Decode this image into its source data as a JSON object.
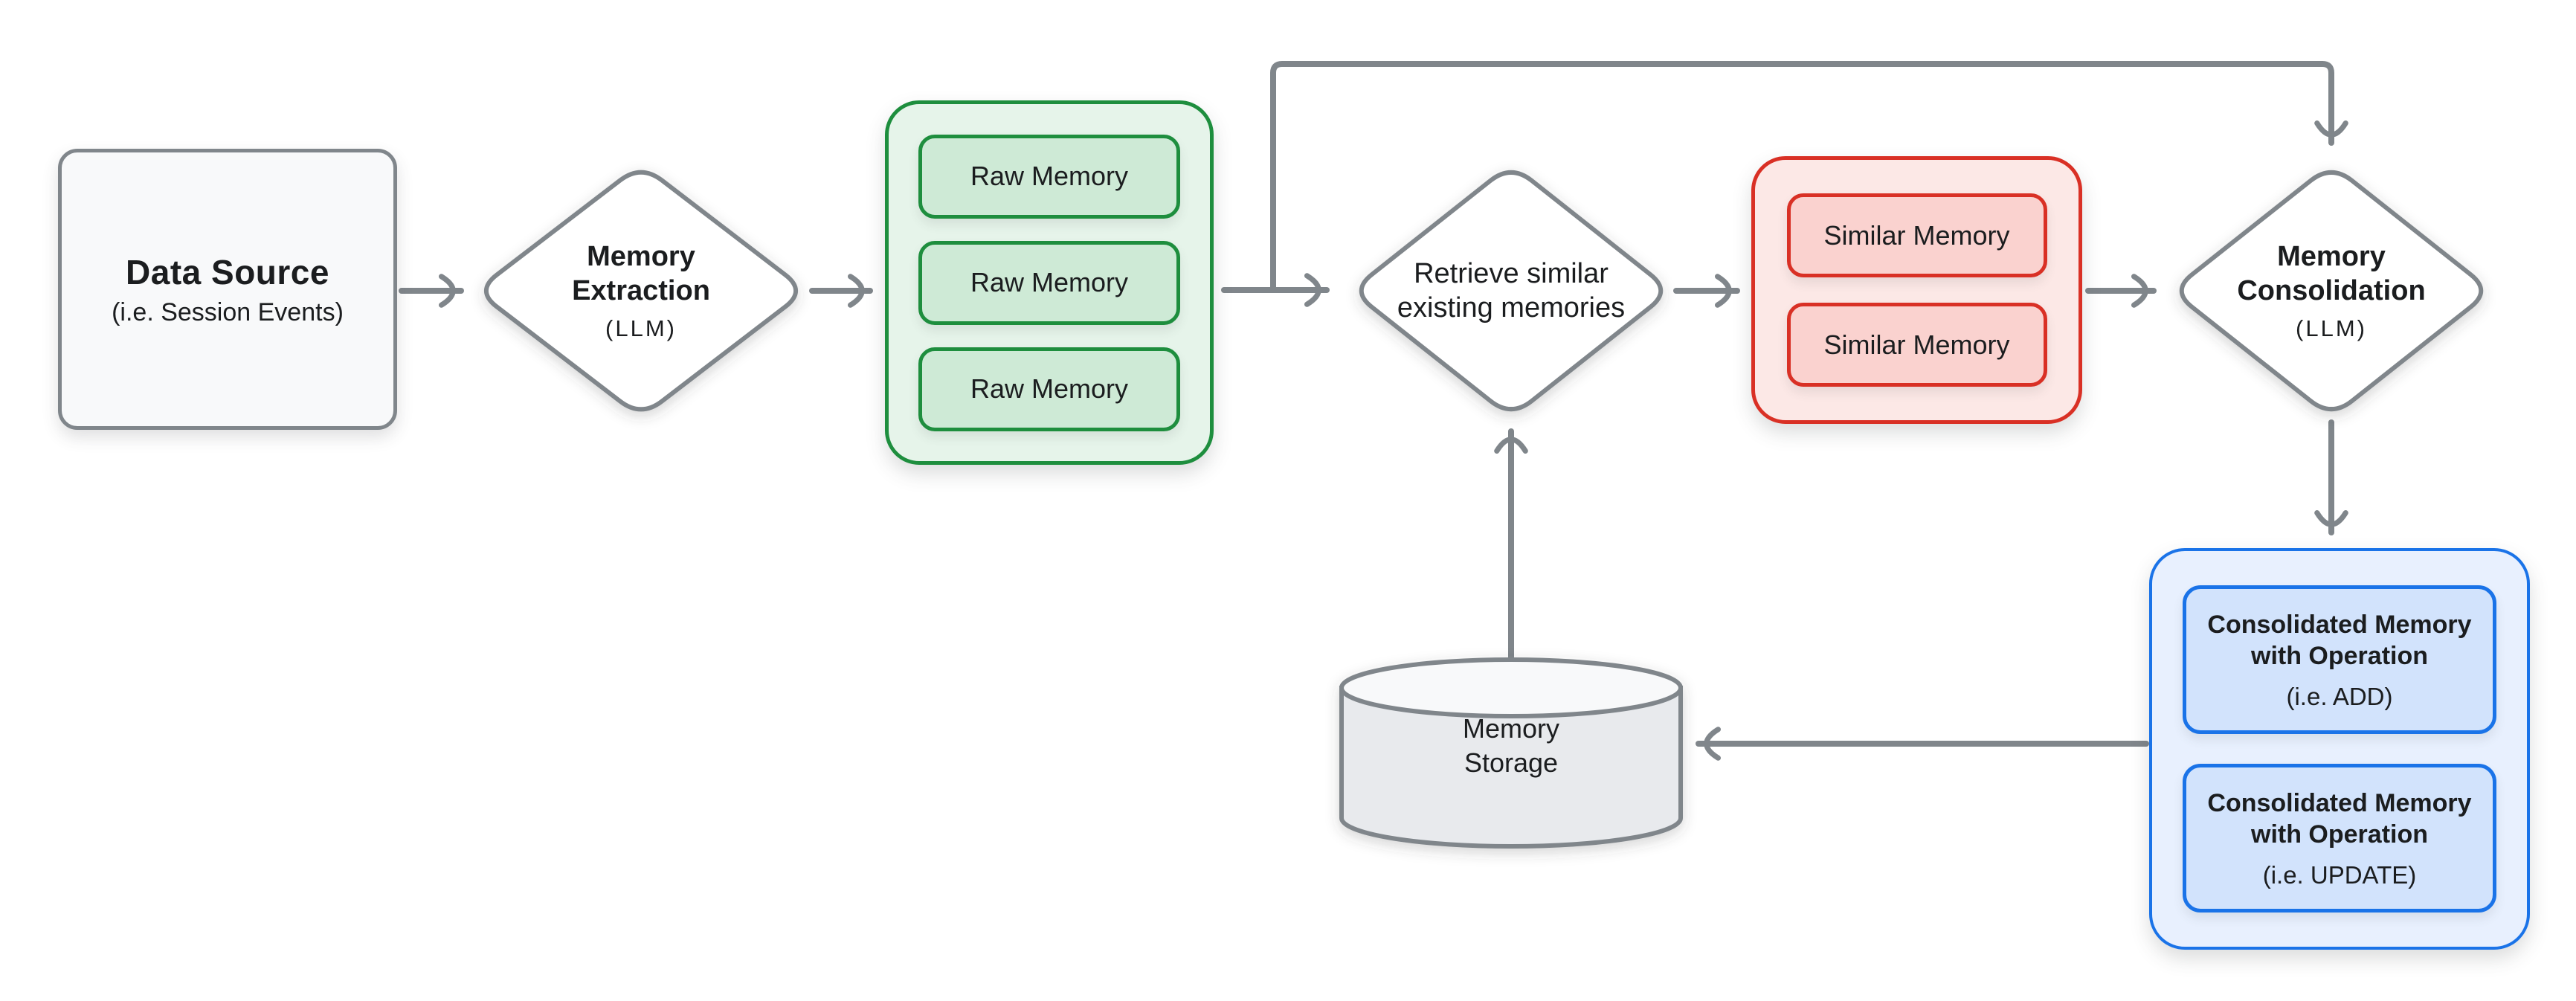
{
  "diagram": {
    "background_color": "#ffffff",
    "connector_color": "#80868b",
    "text_color": "#1b1d1f",
    "nodes": {
      "data_source": {
        "type": "rectangle",
        "title": "Data Source",
        "subtitle": "(i.e. Session Events)",
        "fill": "#f8f9fa",
        "border_color": "#80868b"
      },
      "memory_extraction": {
        "type": "diamond",
        "title": "Memory Extraction",
        "subtitle": "(LLM)",
        "fill": "#ffffff",
        "border_color": "#80868b"
      },
      "raw_memories": {
        "type": "group",
        "items": [
          "Raw Memory",
          "Raw Memory",
          "Raw Memory"
        ],
        "container_fill": "#e6f4ea",
        "item_fill": "#ceead6",
        "border_color": "#1e8e3e"
      },
      "retrieve_memories": {
        "type": "diamond",
        "title": "Retrieve similar existing memories",
        "fill": "#ffffff",
        "border_color": "#80868b"
      },
      "similar_memories": {
        "type": "group",
        "items": [
          "Similar Memory",
          "Similar Memory"
        ],
        "container_fill": "#fce8e6",
        "item_fill": "#fad2cf",
        "border_color": "#d93025"
      },
      "memory_consolidation": {
        "type": "diamond",
        "title": "Memory Consolidation",
        "subtitle": "(LLM)",
        "fill": "#ffffff",
        "border_color": "#80868b"
      },
      "consolidated_memories": {
        "type": "group",
        "items": [
          {
            "title": "Consolidated Memory with Operation",
            "subtitle": "(i.e. ADD)"
          },
          {
            "title": "Consolidated Memory with Operation",
            "subtitle": "(i.e. UPDATE)"
          }
        ],
        "container_fill": "#e8f0fe",
        "item_fill": "#d2e3fc",
        "border_color": "#1a73e8"
      },
      "memory_storage": {
        "type": "cylinder",
        "title": "Memory Storage",
        "fill": "#e8eaed",
        "top_fill": "#f8f9fa",
        "border_color": "#80868b"
      }
    },
    "edges": [
      {
        "from": "data_source",
        "to": "memory_extraction"
      },
      {
        "from": "memory_extraction",
        "to": "raw_memories"
      },
      {
        "from": "raw_memories",
        "to": "retrieve_memories"
      },
      {
        "from": "raw_memories",
        "to": "memory_consolidation",
        "note": "top loop"
      },
      {
        "from": "retrieve_memories",
        "to": "similar_memories"
      },
      {
        "from": "similar_memories",
        "to": "memory_consolidation"
      },
      {
        "from": "memory_consolidation",
        "to": "consolidated_memories"
      },
      {
        "from": "consolidated_memories",
        "to": "memory_storage"
      },
      {
        "from": "memory_storage",
        "to": "retrieve_memories"
      }
    ]
  }
}
